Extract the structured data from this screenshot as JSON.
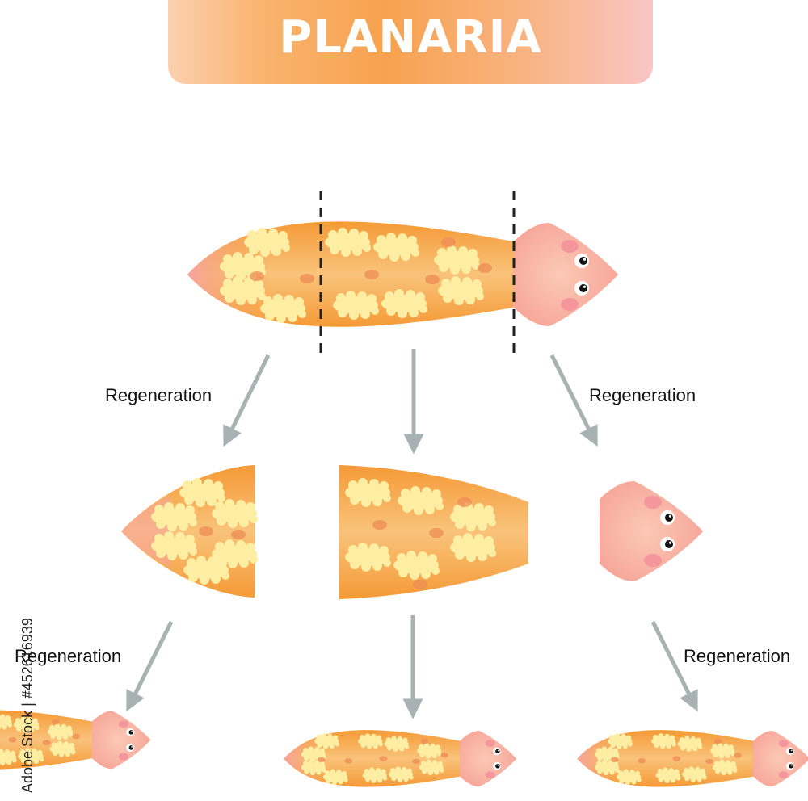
{
  "title": "PLANARIA",
  "labels": {
    "left_top": "Regeneration",
    "right_top": "Regeneration",
    "left_bottom": "Regeneration",
    "right_bottom": "Regeneration"
  },
  "watermark": "Adobe Stock | #452616939",
  "colors": {
    "body": "#f7a445",
    "head": "#f8b0a0",
    "gut": "#fdeea4",
    "arrow": "#a9b2b2",
    "cut_line": "#222222"
  }
}
